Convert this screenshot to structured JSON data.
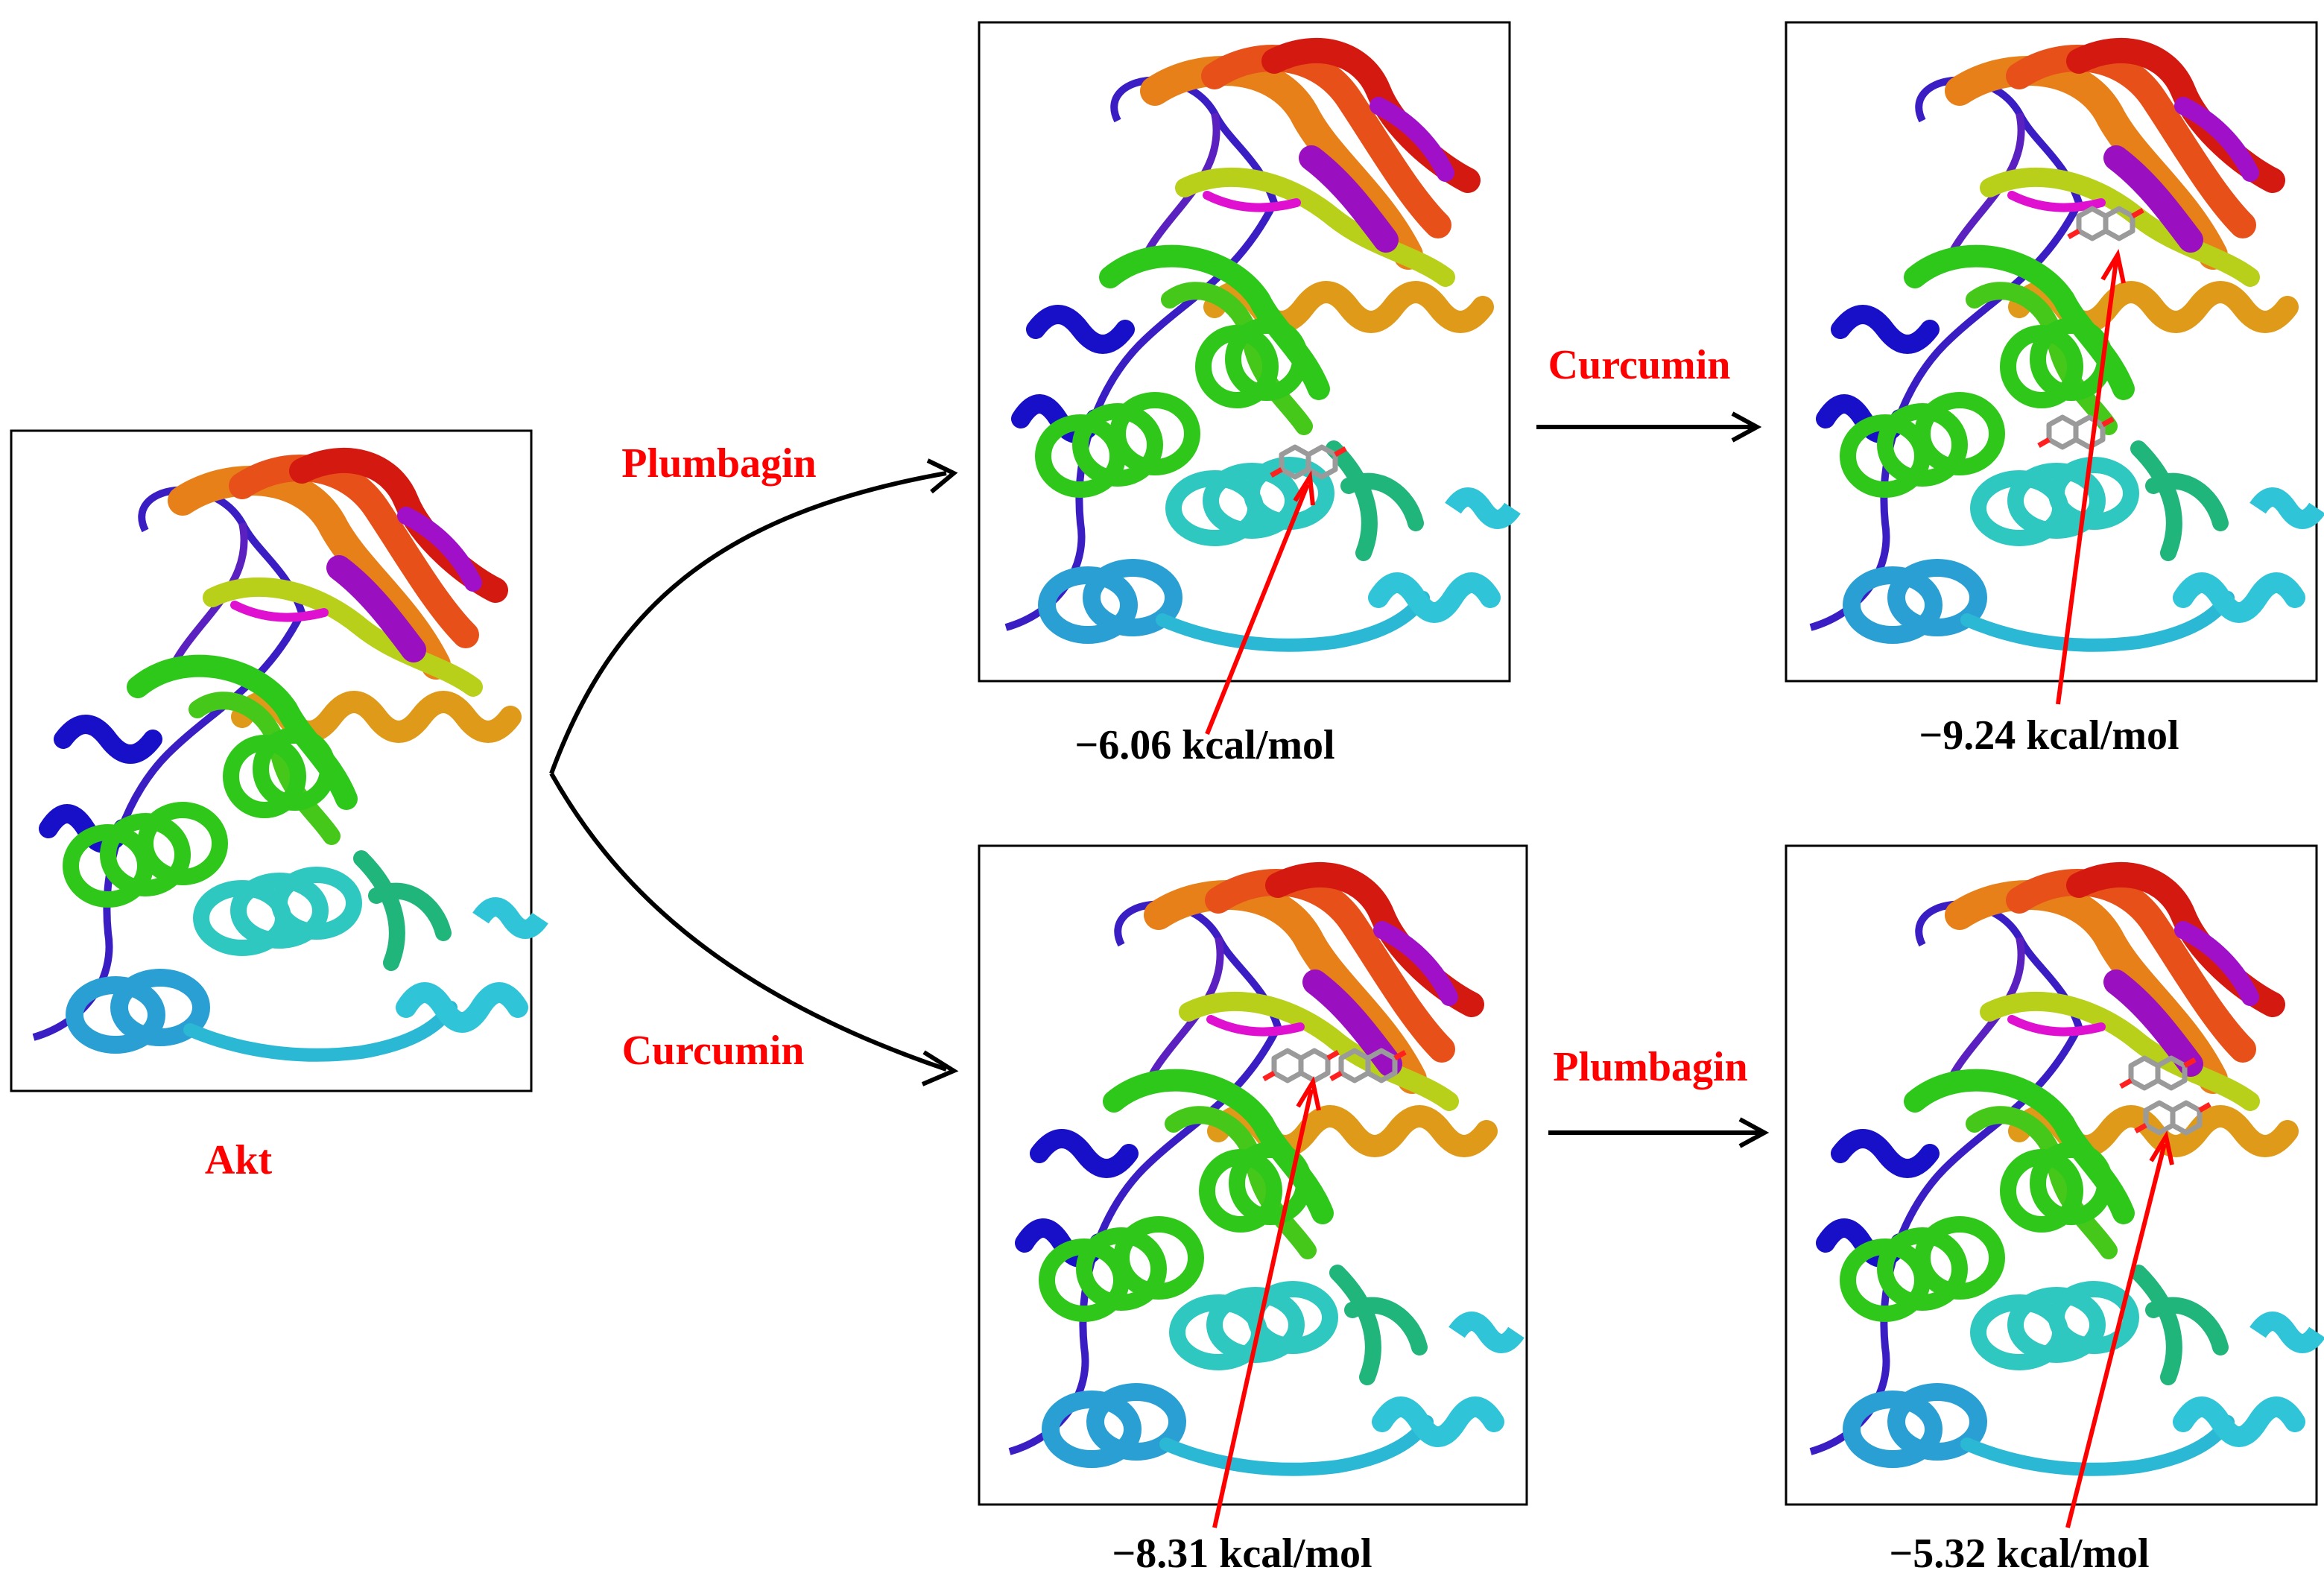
{
  "protein_label": "Akt",
  "top_branch": {
    "first_ligand": "Plumbagin",
    "first_energy": "−6.06 kcal/mol",
    "second_ligand": "Curcumin",
    "second_energy": "−9.24 kcal/mol"
  },
  "bottom_branch": {
    "first_ligand": "Curcumin",
    "first_energy": "−8.31 kcal/mol",
    "second_ligand": "Plumbagin",
    "second_energy": "−5.32 kcal/mol"
  },
  "colors": {
    "label_red": "#ff0000",
    "arrow_black": "#000000",
    "panel_border": "#000000",
    "ribbon": [
      "#1a12c8",
      "#4a1fc4",
      "#1b5fb8",
      "#2a9fcf",
      "#33c7cc",
      "#20b57a",
      "#2fc81a",
      "#9ed41a",
      "#e0c01a",
      "#e8901a",
      "#e8500f",
      "#d01010",
      "#9a10c0",
      "#e010d0"
    ]
  }
}
